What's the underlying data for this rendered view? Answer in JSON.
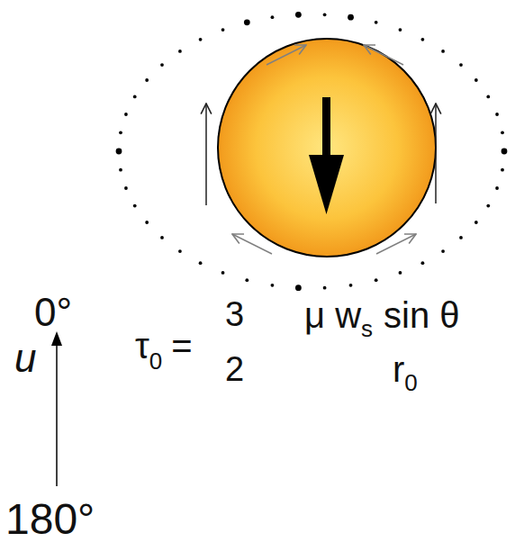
{
  "diagram": {
    "labels": [
      "0°",
      "u",
      "180°",
      "τ",
      "0",
      "=",
      "3",
      "μ w",
      "s",
      "sin θ",
      "2",
      "r",
      "0"
    ]
  }
}
